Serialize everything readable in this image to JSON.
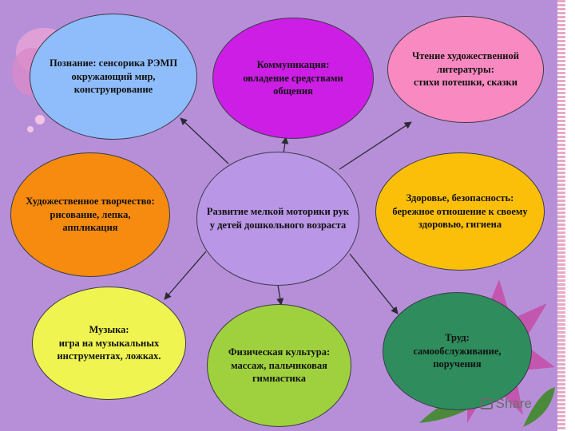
{
  "center": {
    "text": "Развитие мелкой моторики рук\nу детей дошкольного возраста"
  },
  "nodes": {
    "cognition": {
      "text": "Познание: сенсорика РЭМП\nокружающий мир,\nконструирование",
      "color": "#8fbdfc"
    },
    "communication": {
      "text": "Коммуникация:\nовладение средствами\nобщения",
      "color": "#cd1ee6"
    },
    "reading": {
      "text": "Чтение художественной\nлитературы:\nстихи потешки, сказки",
      "color": "#f98ac1"
    },
    "art": {
      "text": "Художественное творчество:\nрисование, лепка,\nаппликация",
      "color": "#f68b0f"
    },
    "health": {
      "text": "Здоровье, безопасность:\nбережное отношение к своему\nздоровью, гигиена",
      "color": "#fbbf0a"
    },
    "music": {
      "text": "Музыка:\nигра на музыкальных\nинструментах, ложках.",
      "color": "#f0f451"
    },
    "physical": {
      "text": "Физическая культура:\nмассаж, пальчиковая\nгимнастика",
      "color": "#9fd13e"
    },
    "labor": {
      "text": "Труд:\nсамообслуживание,\nпоручения",
      "color": "#2e8c5d"
    }
  },
  "watermark": {
    "text": "Share"
  },
  "colors": {
    "background": "#b78fd9",
    "center": "#b996e6"
  }
}
